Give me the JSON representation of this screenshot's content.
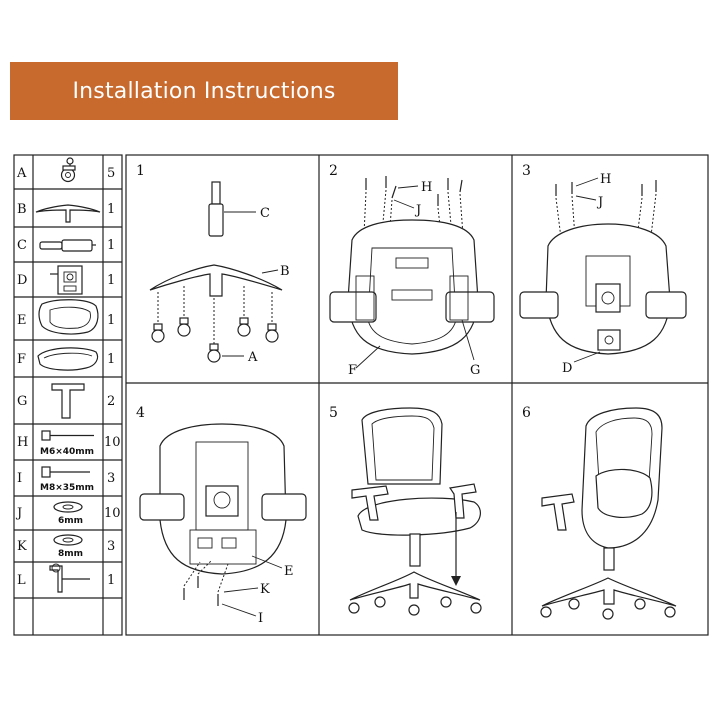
{
  "header": {
    "title": "Installation Instructions",
    "color": "#c8692e"
  },
  "parts": [
    {
      "letter": "A",
      "qty": "5",
      "spec": ""
    },
    {
      "letter": "B",
      "qty": "1",
      "spec": ""
    },
    {
      "letter": "C",
      "qty": "1",
      "spec": ""
    },
    {
      "letter": "D",
      "qty": "1",
      "spec": ""
    },
    {
      "letter": "E",
      "qty": "1",
      "spec": ""
    },
    {
      "letter": "F",
      "qty": "1",
      "spec": ""
    },
    {
      "letter": "G",
      "qty": "2",
      "spec": ""
    },
    {
      "letter": "H",
      "qty": "10",
      "spec": "M6×40mm"
    },
    {
      "letter": "I",
      "qty": "3",
      "spec": "M8×35mm"
    },
    {
      "letter": "J",
      "qty": "10",
      "spec": "6mm"
    },
    {
      "letter": "K",
      "qty": "3",
      "spec": "8mm"
    },
    {
      "letter": "L",
      "qty": "1",
      "spec": ""
    }
  ],
  "steps": [
    {
      "number": "1",
      "labels": [
        "C",
        "B",
        "A"
      ]
    },
    {
      "number": "2",
      "labels": [
        "H",
        "J",
        "F",
        "G"
      ]
    },
    {
      "number": "3",
      "labels": [
        "H",
        "J",
        "D"
      ]
    },
    {
      "number": "4",
      "labels": [
        "E",
        "K",
        "I"
      ]
    },
    {
      "number": "5",
      "labels": []
    },
    {
      "number": "6",
      "labels": []
    }
  ]
}
